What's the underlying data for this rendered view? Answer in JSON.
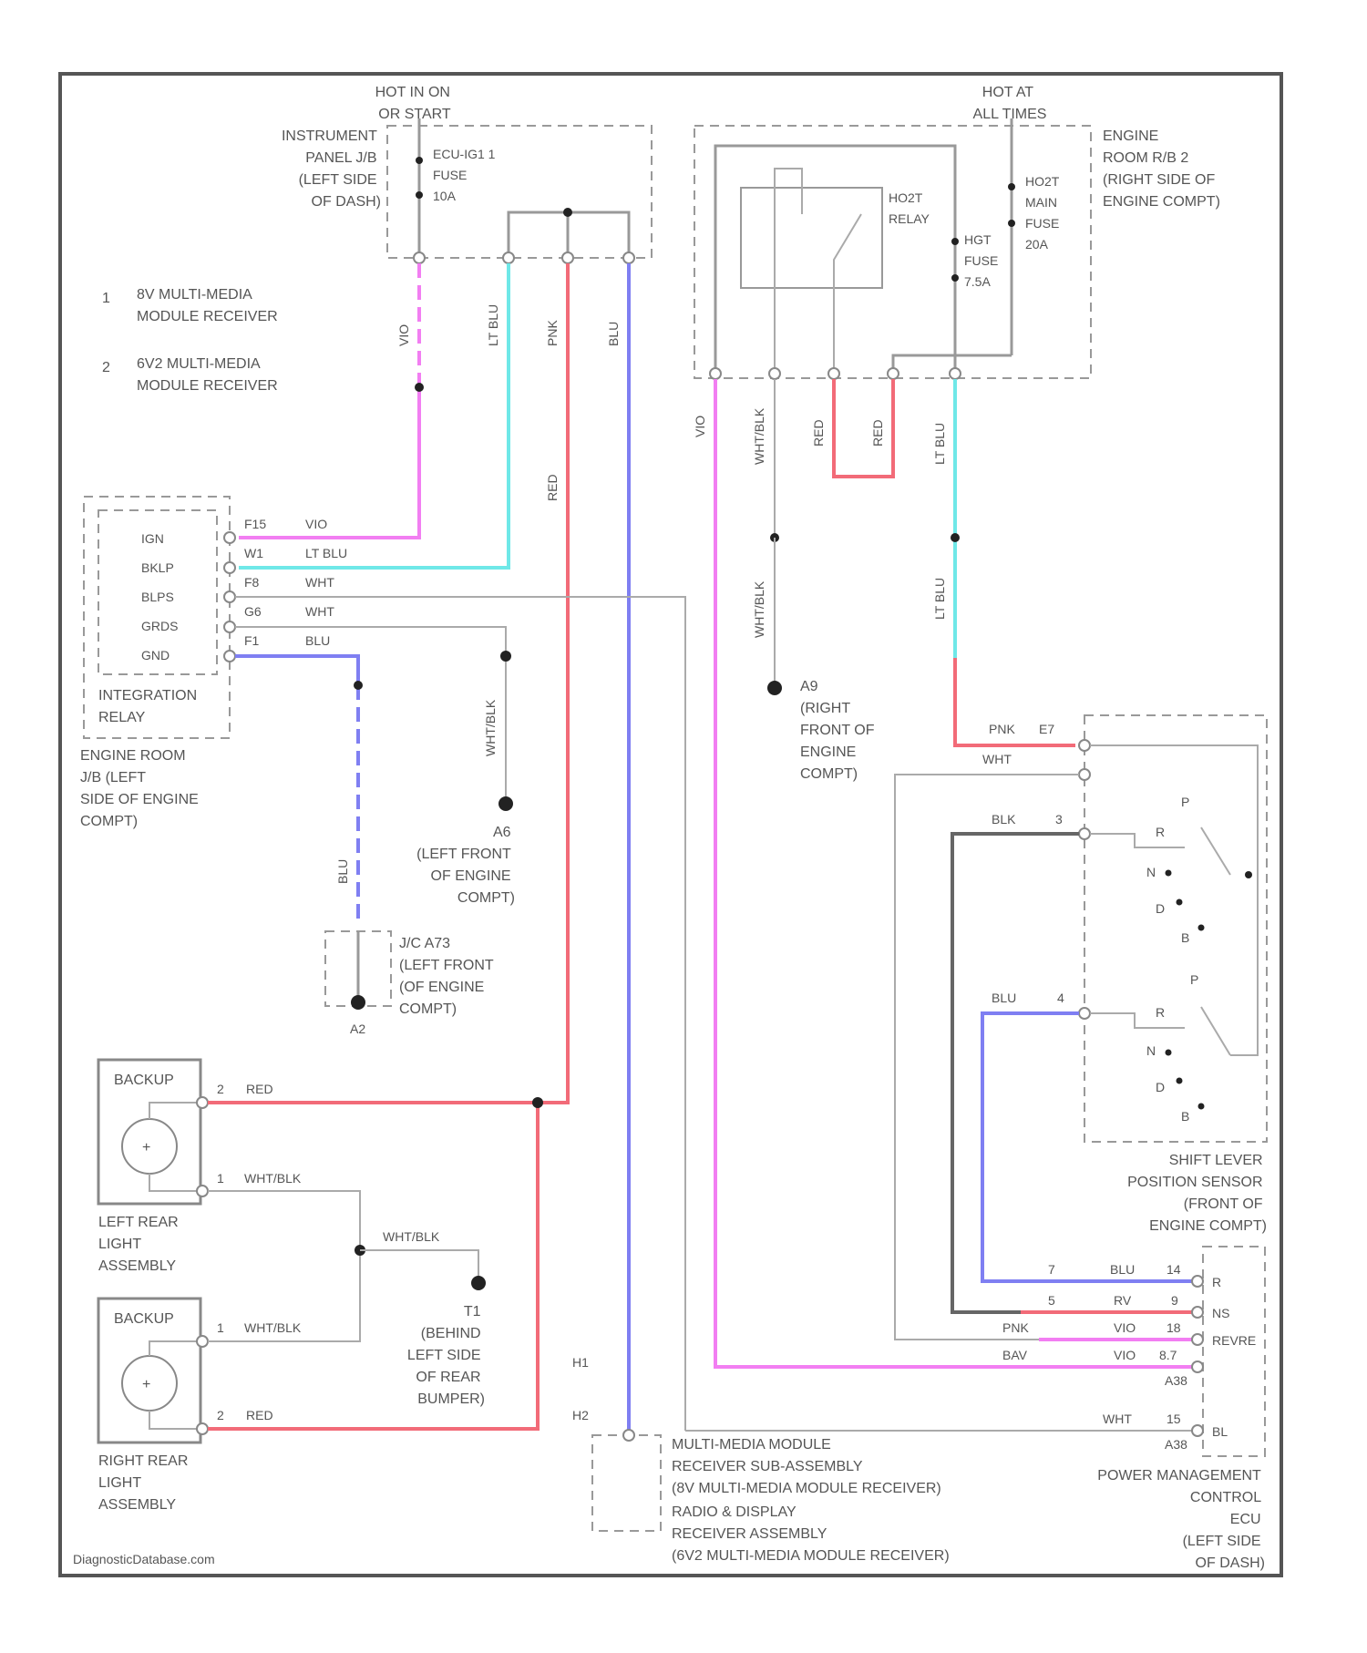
{
  "labels": {
    "hot_run_start": [
      "HOT IN ON",
      "OR START"
    ],
    "hot_all_times": [
      "HOT AT",
      "ALL TIMES"
    ],
    "instrument_panel_jb": [
      "INSTRUMENT",
      "PANEL J/B",
      "(LEFT SIDE",
      "OF DASH)"
    ],
    "ecu_fuse": [
      "ECU-IG1 1",
      "FUSE",
      "10A"
    ],
    "engine_room_rb": [
      "ENGINE",
      "ROOM R/B 2",
      "(RIGHT SIDE OF",
      "ENGINE COMPT)"
    ],
    "ho2_relay": [
      "HO2T",
      "RELAY"
    ],
    "main_fuse": [
      "HO2T",
      "MAIN",
      "FUSE",
      "20A"
    ],
    "hgt_fuse": [
      "HGT",
      "FUSE",
      "7.5A"
    ],
    "legend_1": [
      "8V MULTI-MEDIA",
      "MODULE RECEIVER"
    ],
    "legend_2": [
      "6V2 MULTI-MEDIA",
      "MODULE RECEIVER"
    ],
    "integration_relay": [
      "INTEGRATION",
      "RELAY"
    ],
    "engine_room_jb": [
      "ENGINE ROOM",
      "J/B (LEFT",
      "SIDE OF ENGINE",
      "COMPT)"
    ],
    "pin_names": [
      "IGN",
      "BKLP",
      "BLPS",
      "GRDS",
      "GND"
    ],
    "pin_ids": [
      "F15",
      "W1",
      "F8",
      "G6",
      "F1"
    ],
    "pin_wires": [
      "VIO",
      "LT BLU",
      "WHT",
      "WHT",
      "BLU"
    ],
    "ground_a6": [
      "A6",
      "(LEFT FRONT",
      "OF ENGINE",
      "COMPT)"
    ],
    "ground_a9": [
      "A9",
      "(RIGHT",
      "FRONT OF",
      "ENGINE",
      "COMPT)"
    ],
    "jc_a73": [
      "J/C A73",
      "(LEFT FRONT",
      "(OF ENGINE",
      "COMPT)"
    ],
    "jc_a2": "A2",
    "backup_left": "BACKUP",
    "backup_right": "BACKUP",
    "left_rear_light": [
      "LEFT REAR",
      "LIGHT",
      "ASSEMBLY"
    ],
    "right_rear_light": [
      "RIGHT REAR",
      "LIGHT",
      "ASSEMBLY"
    ],
    "ground_t1": [
      "T1",
      "(BEHIND",
      "LEFT SIDE",
      "OF REAR",
      "BUMPER)"
    ],
    "shift_sensor": [
      "SHIFT LEVER",
      "POSITION SENSOR",
      "(FRONT OF",
      "ENGINE COMPT)"
    ],
    "pmecu": [
      "POWER MANAGEMENT",
      "CONTROL",
      "ECU",
      "(LEFT SIDE",
      "OF DASH)"
    ],
    "multimedia": [
      "MULTI-MEDIA MODULE",
      "RECEIVER SUB-ASSEMBLY",
      "(8V MULTI-MEDIA MODULE RECEIVER)",
      "RADIO & DISPLAY",
      "RECEIVER ASSEMBLY",
      "(6V2 MULTI-MEDIA MODULE RECEIVER)"
    ],
    "pmecu_pins": [
      "R",
      "NS",
      "REVRE",
      "",
      "BL"
    ],
    "shift_positions": [
      "P",
      "R",
      "N",
      "D",
      "B"
    ],
    "watermark": "DiagnosticDatabase.com"
  },
  "wire_colors": {
    "red": "#f26b78",
    "pink": "#f27ef2",
    "cyan": "#6fe8e8",
    "blue": "#7f7ff2",
    "gray": "#999999",
    "dark": "#666666"
  }
}
